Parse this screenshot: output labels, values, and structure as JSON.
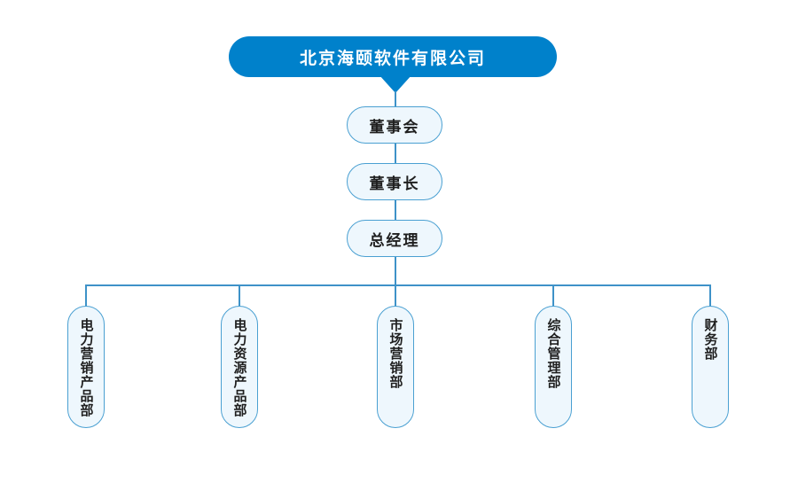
{
  "company": {
    "name": "北京海颐软件有限公司"
  },
  "levels": [
    {
      "label": "董事会"
    },
    {
      "label": "董事长"
    },
    {
      "label": "总经理"
    }
  ],
  "departments": [
    {
      "label": "电力营销产品部"
    },
    {
      "label": "电力资源产品部"
    },
    {
      "label": "市场营销部"
    },
    {
      "label": "综合管理部"
    },
    {
      "label": "财务部"
    }
  ],
  "colors": {
    "primary_blue": "#0081cb",
    "node_border": "#4aa0d2",
    "node_fill": "#eef7fd",
    "connector": "#3e92c8",
    "text_dark": "#1f1f1f",
    "text_light": "#ffffff"
  }
}
